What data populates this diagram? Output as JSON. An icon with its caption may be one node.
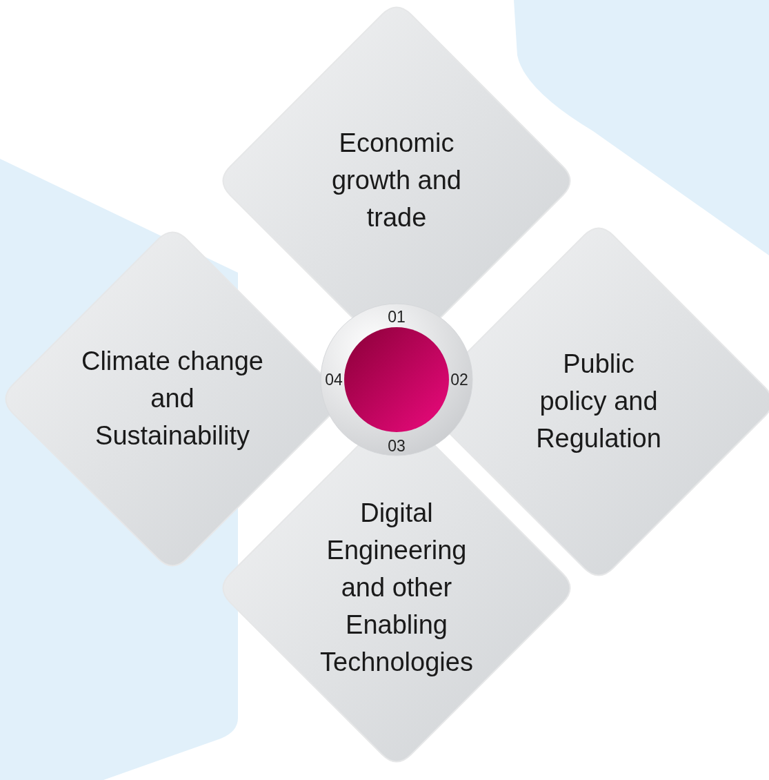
{
  "diagram": {
    "nodes": [
      {
        "text": [
          "Economic growth and trade"
        ]
      },
      {
        "text": [
          "Climate change and Sustainability"
        ]
      },
      {
        "text": [
          "Public policy and Regulation"
        ]
      },
      {
        "text": [
          "Digital Engineering and other Enabling Technologies"
        ]
      },
      {
        "text": [
          "01",
          "04",
          "02",
          "03"
        ]
      }
    ],
    "edges": []
  }
}
